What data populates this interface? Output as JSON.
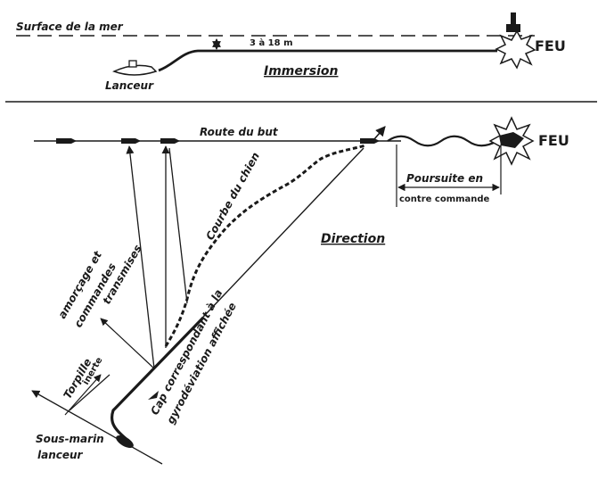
{
  "immersion": {
    "title": "Immersion",
    "sea_surface": "Surface de la mer",
    "depth": "3 à 18 m",
    "launcher": "Lanceur",
    "fire": "FEU"
  },
  "direction": {
    "title": "Direction",
    "target_route": "Route du but",
    "dog_curve": "Courbe du chien",
    "pursuit_line1": "Poursuite en",
    "pursuit_line2": "contre commande",
    "fire": "FEU",
    "arming_line1": "amorçage et",
    "arming_line2": "commandes",
    "arming_line3": "transmises",
    "inert_line1": "Torpille",
    "inert_line2": "inerte",
    "heading_line1": "Cap correspondant à la",
    "heading_line2": "gyrodéviation affichée",
    "submarine_line1": "Sous-marin",
    "submarine_line2": "lanceur"
  }
}
